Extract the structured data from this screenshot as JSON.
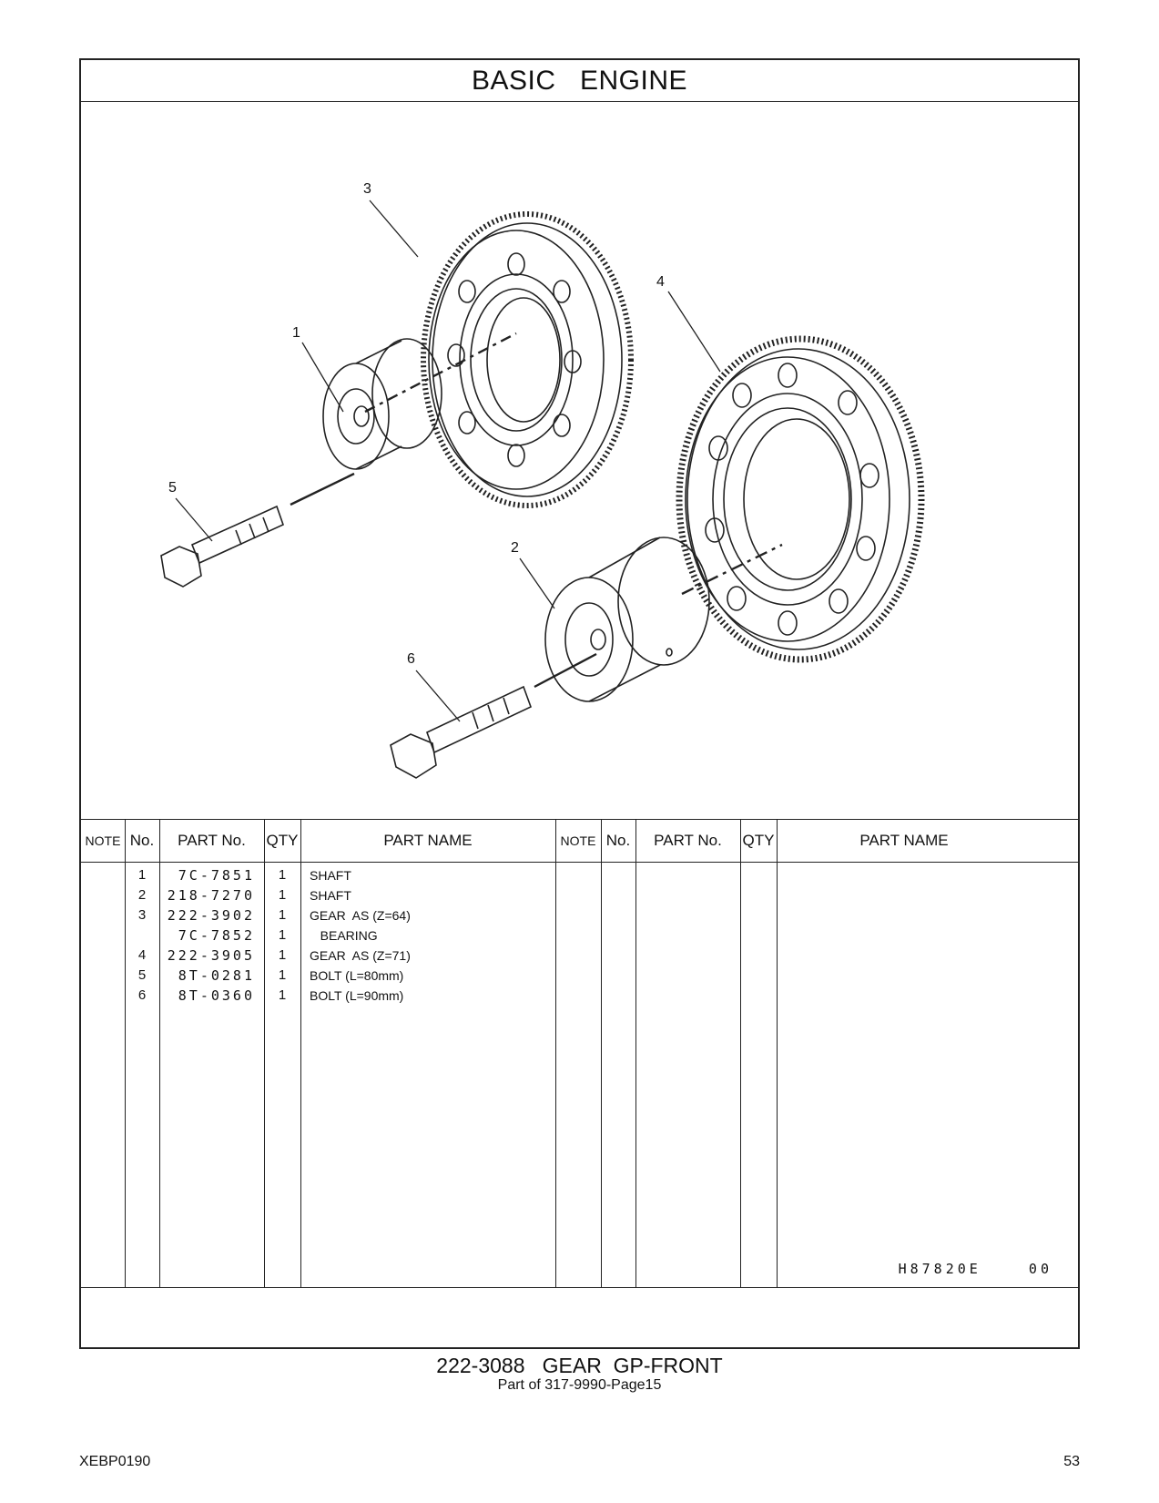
{
  "section_title": "BASIC   ENGINE",
  "callouts": [
    "1",
    "2",
    "3",
    "4",
    "5",
    "6"
  ],
  "table": {
    "headers": {
      "note": "NOTE",
      "no": "No.",
      "part_no": "PART No.",
      "qty": "QTY",
      "part_name": "PART NAME"
    },
    "rows": [
      {
        "no": "1",
        "part_no": "7C-7851",
        "qty": "1",
        "part_name": "SHAFT"
      },
      {
        "no": "2",
        "part_no": "218-7270",
        "qty": "1",
        "part_name": "SHAFT"
      },
      {
        "no": "3",
        "part_no": "222-3902",
        "qty": "1",
        "part_name": "GEAR  AS (Z=64)"
      },
      {
        "no": "",
        "part_no": "7C-7852",
        "qty": "1",
        "part_name": "   BEARING"
      },
      {
        "no": "4",
        "part_no": "222-3905",
        "qty": "1",
        "part_name": "GEAR  AS (Z=71)"
      },
      {
        "no": "5",
        "part_no": "8T-0281",
        "qty": "1",
        "part_name": "BOLT (L=80mm)"
      },
      {
        "no": "6",
        "part_no": "8T-0360",
        "qty": "1",
        "part_name": "BOLT (L=90mm)"
      }
    ]
  },
  "drawing_id": "H87820E    00",
  "caption": {
    "title": "222-3088   GEAR  GP-FRONT",
    "subtitle": "Part of 317-9990-Page15"
  },
  "footer": {
    "doc_code": "XEBP0190",
    "page_number": "53"
  }
}
